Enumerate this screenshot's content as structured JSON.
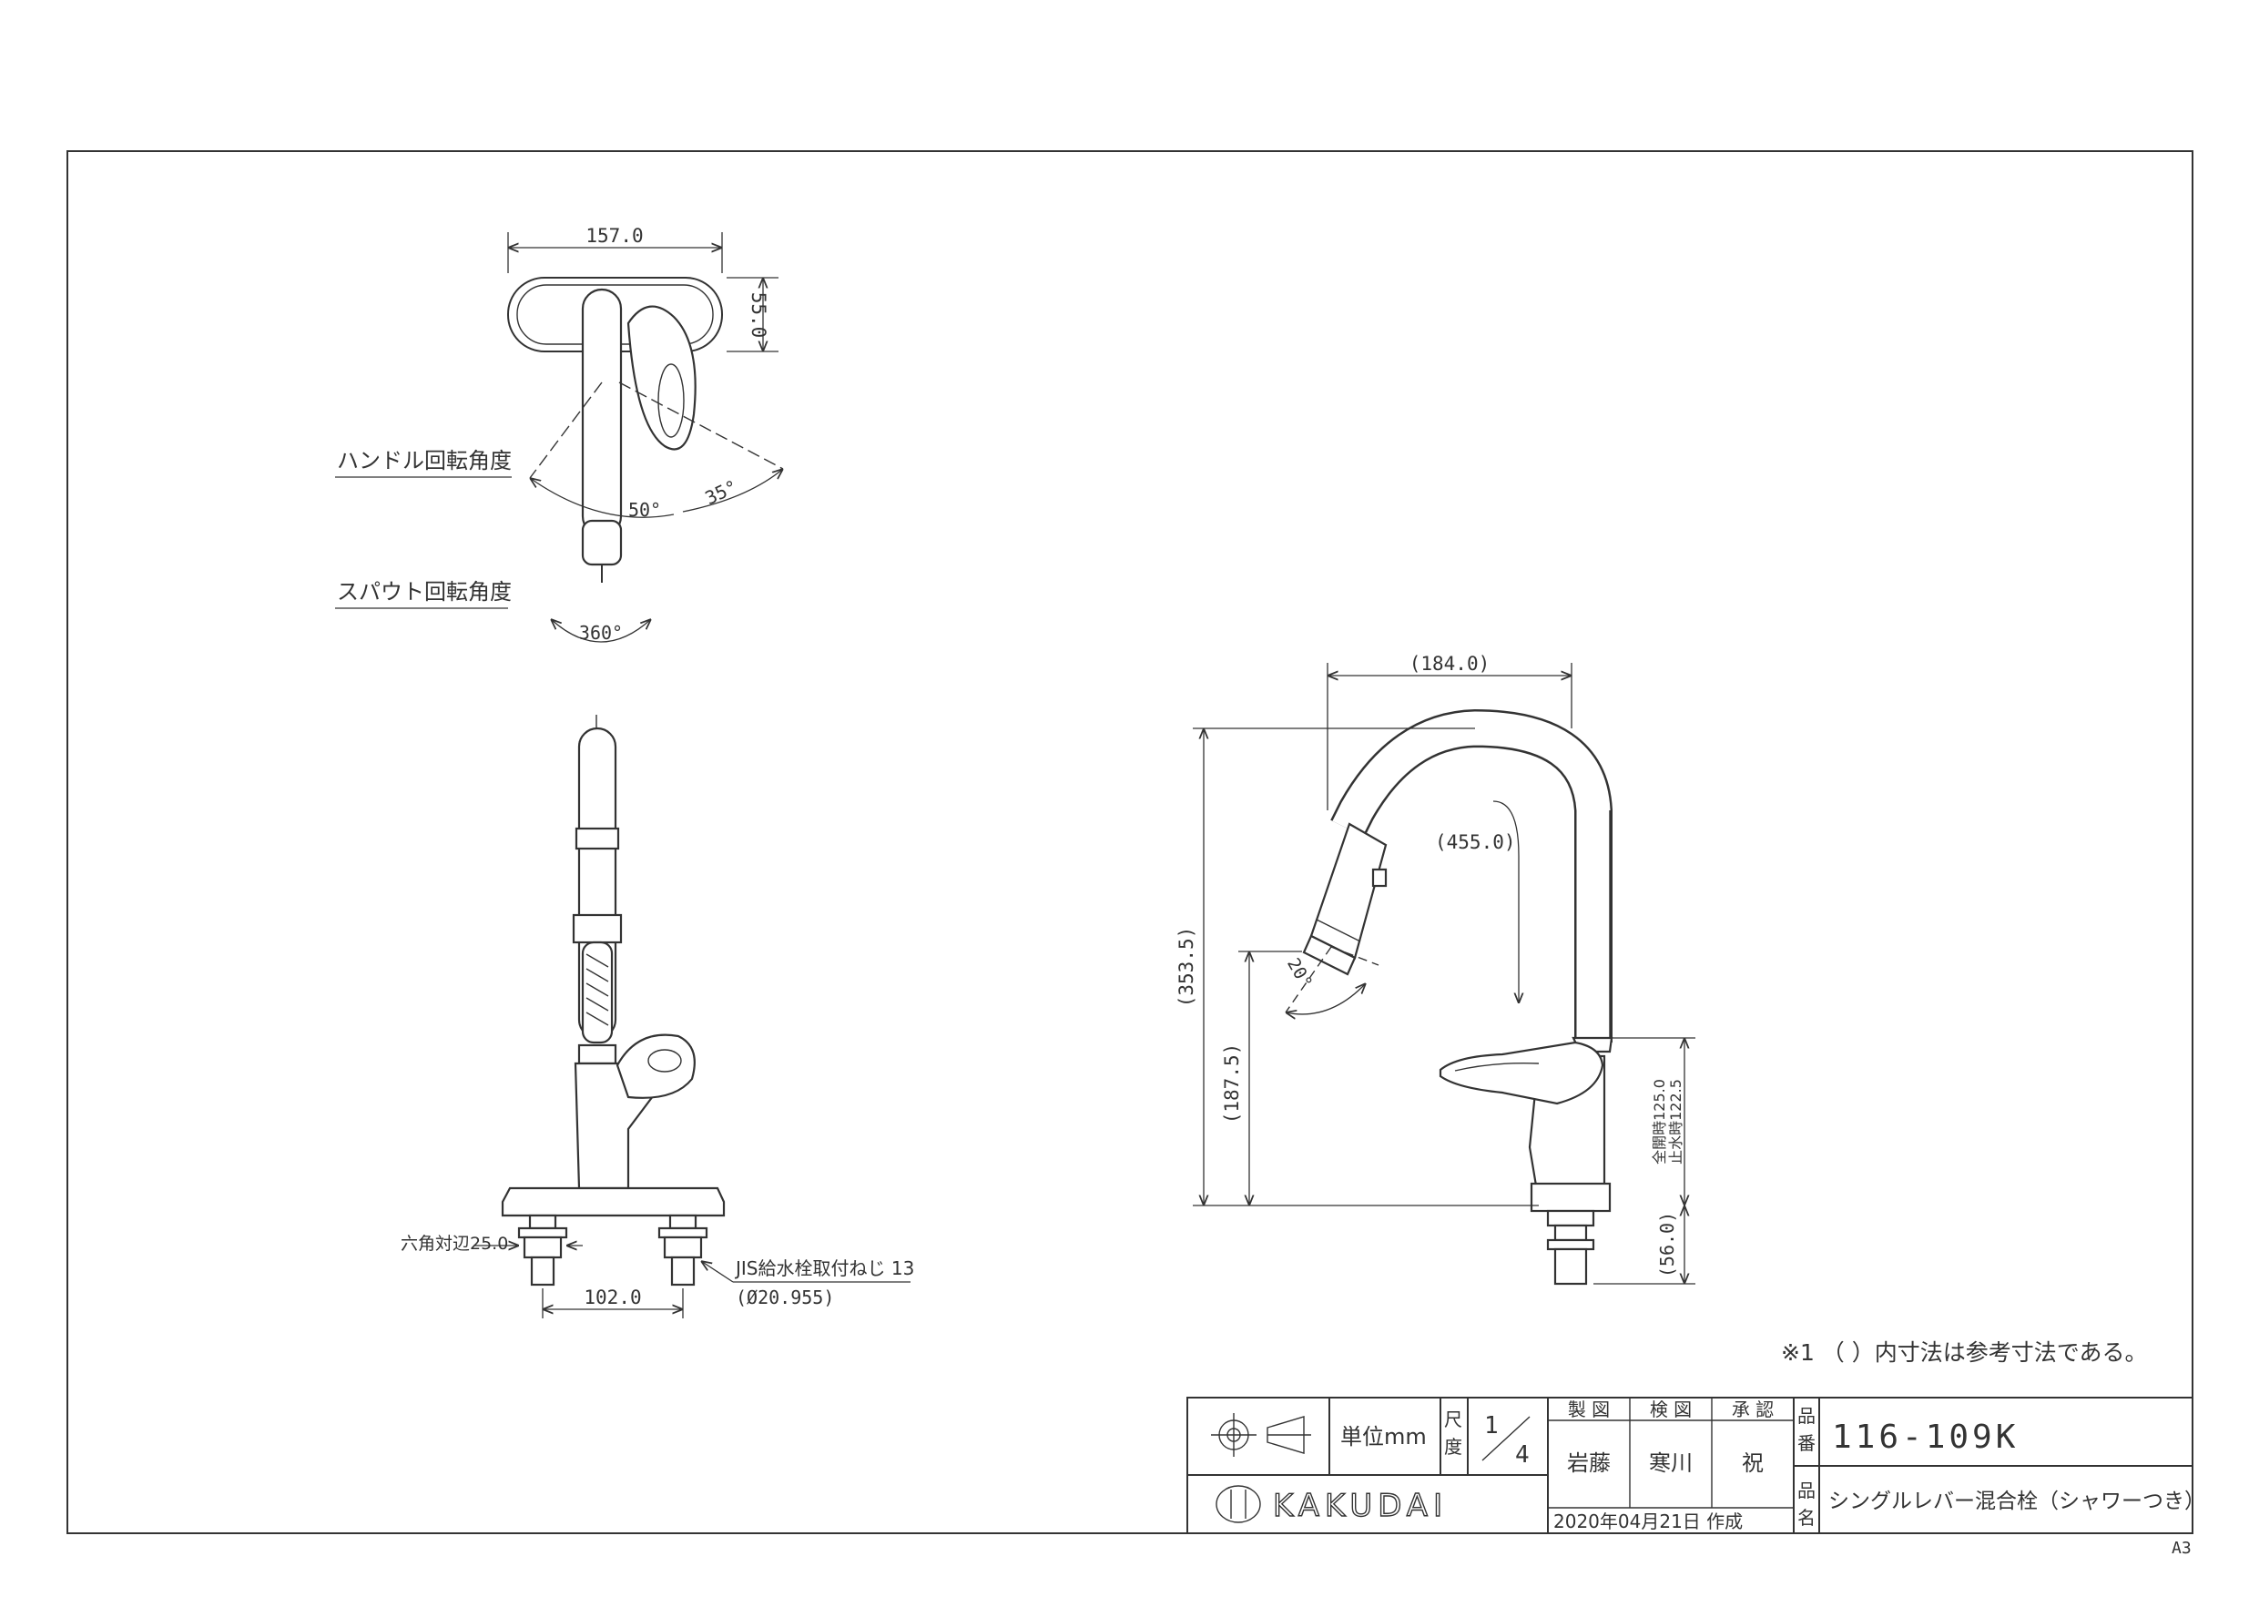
{
  "top_view": {
    "width_dim": "157.0",
    "depth_dim": "55.0",
    "handle_label": "ハンドル回転角度",
    "handle_angle_left": "50°",
    "handle_angle_right": "35°",
    "spout_label": "スパウト回転角度",
    "spout_angle": "360°"
  },
  "front_view": {
    "hex_label": "六角対辺25.0",
    "pitch_dim": "102.0",
    "thread_label": "JIS給水栓取付ねじ 13",
    "thread_dia": "(Ø20.955)"
  },
  "side_view": {
    "reach_dim": "(184.0)",
    "hose_dim": "(455.0)",
    "height_dim": "(353.5)",
    "spout_height_dim": "(187.5)",
    "tilt_angle": "20°",
    "open_dim": "全開時125.0",
    "stop_dim": "止水時122.5",
    "shank_dim": "(56.0)"
  },
  "note": "※1 （ ）内寸法は参考寸法である。",
  "title_block": {
    "unit_label": "単位mm",
    "scale_label_1": "尺",
    "scale_label_2": "度",
    "scale_num": "1",
    "scale_den": "4",
    "col_drawn": "製 図",
    "col_checked": "検 図",
    "col_approved": "承 認",
    "name_drawn": "岩藤",
    "name_checked": "寒川",
    "name_approved": "祝",
    "date": "2020年04月21日 作成",
    "part_no_label_1": "品",
    "part_no_label_2": "番",
    "part_no": "116-109K",
    "part_name_label_1": "品",
    "part_name_label_2": "名",
    "part_name": "シングルレバー混合栓（シャワーつき）",
    "brand": "KAKUDAI",
    "sheet_size": "A3"
  }
}
